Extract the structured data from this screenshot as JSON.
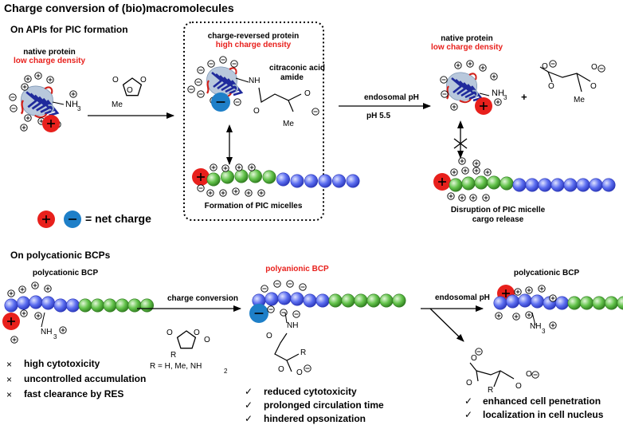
{
  "title": "Charge conversion of (bio)macromolecules",
  "section1": {
    "heading": "On APIs for PIC formation",
    "native_protein_label": "native protein",
    "native_protein_density": "low charge density",
    "reversed_protein_label": "charge-reversed protein",
    "reversed_protein_density": "high charge density",
    "amide_label_line1": "citraconic acid",
    "amide_label_line2": "amide",
    "arrow_label_top": "endosomal pH",
    "arrow_label_bottom": "pH 5.5",
    "native_protein_label_2": "native protein",
    "native_protein_density_2": "low charge density",
    "plus_sign": "+",
    "nh3_label": "NH",
    "nh_label": "NH",
    "me_label": "Me",
    "o_label": "O",
    "pic_formation_caption": "Formation of PIC micelles",
    "disruption_caption_line1": "Disruption of PIC micelle",
    "disruption_caption_line2": "cargo release",
    "net_charge_label": "= net charge"
  },
  "section2": {
    "heading": "On polycationic BCPs",
    "polycationic_label": "polycationic BCP",
    "arrow_label": "charge conversion",
    "polyanionic_label": "polyanionic BCP",
    "endosomal_label": "endosomal pH",
    "polycationic_label_2": "polycationic BCP",
    "r_definition": "R = H, Me, NH",
    "r_label": "R",
    "cons": [
      "high cytotoxicity",
      "uncontrolled accumulation",
      "fast clearance by RES"
    ],
    "middle_pros": [
      "reduced cytotoxicity",
      "prolonged circulation time",
      "hindered opsonization"
    ],
    "right_pros": [
      "enhanced cell penetration",
      "localization in cell nucleus"
    ],
    "cross_mark": "×",
    "check_mark": "✓"
  },
  "colors": {
    "positive_charge": "#e8201c",
    "negative_charge": "#1e7fc8",
    "block_blue": "#5b6df0",
    "block_green": "#62c24a",
    "highlight_red": "#e8201c"
  }
}
